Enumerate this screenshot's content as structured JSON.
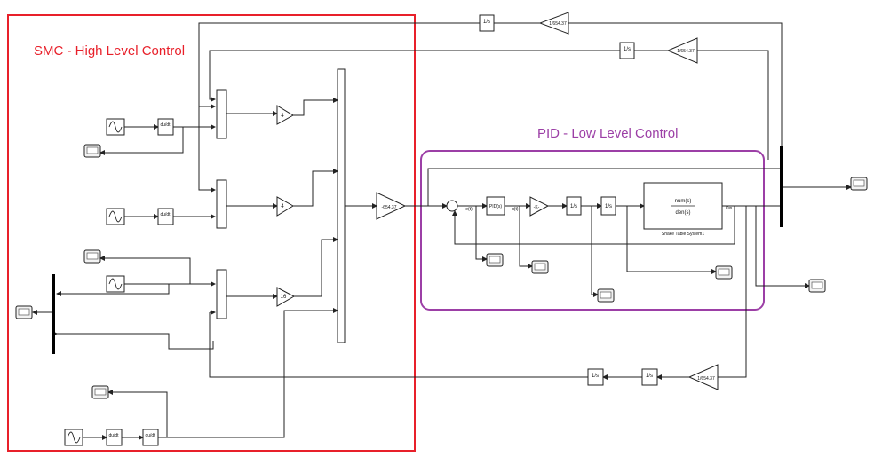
{
  "regions": {
    "smc": {
      "title": "SMC - High Level Control",
      "color": "#e8202a"
    },
    "pid": {
      "title": "PID - Low Level Control",
      "color": "#9c3fa6"
    }
  },
  "blocks": {
    "gain_inv": "1/654.37",
    "gain_neg": "-654.37",
    "gain_4a": "4",
    "gain_4b": "4",
    "gain_16": "16",
    "gain_k": "-K-",
    "pid": "PID(s)",
    "integrator": "1/s",
    "derivative": "du/dt",
    "tf_num": "num(s)",
    "tf_den": "den(s)",
    "tf_name": "Shake Table System1",
    "tf_out": "Dis",
    "sum_error": "e(t)",
    "pid_out": "u(t)"
  }
}
